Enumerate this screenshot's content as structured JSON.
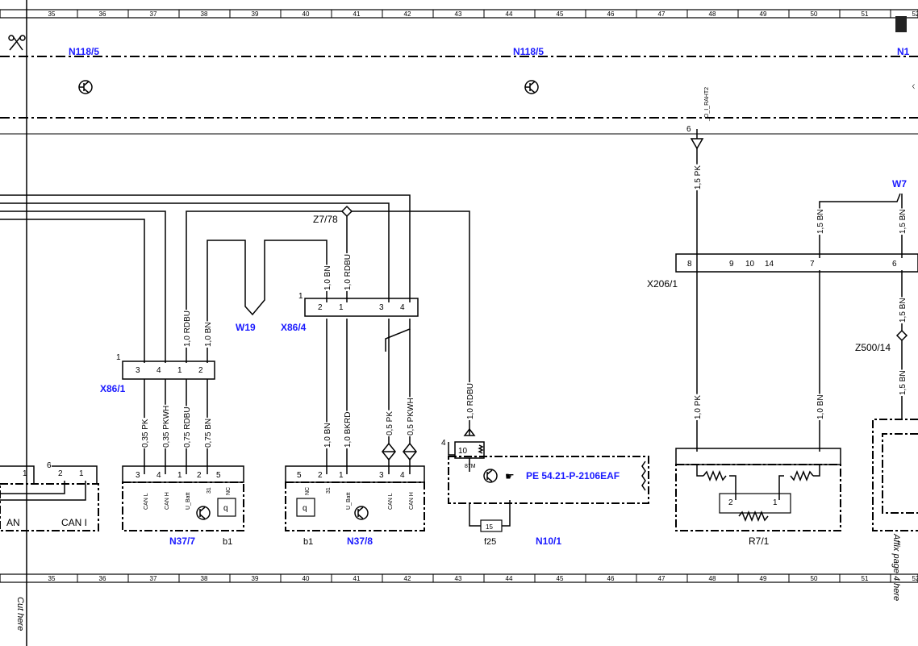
{
  "ruler": {
    "top": [
      "35",
      "36",
      "37",
      "38",
      "39",
      "40",
      "41",
      "42",
      "43",
      "44",
      "45",
      "46",
      "47",
      "48",
      "49",
      "50",
      "51",
      "52"
    ],
    "bottom": [
      "35",
      "36",
      "37",
      "38",
      "39",
      "40",
      "41",
      "42",
      "43",
      "44",
      "45",
      "46",
      "47",
      "48",
      "49",
      "50",
      "51",
      "52"
    ]
  },
  "margin": {
    "cut_here": "Cut here",
    "affix": "Affix page 4 here"
  },
  "header": {
    "n118_left": "N118/5",
    "n118_mid": "N118/5",
    "n118_right": "N1",
    "pin_label": "_O_I_RAHT2",
    "pin6": "6"
  },
  "connectors": {
    "x86_1": "X86/1",
    "x86_4": "X86/4",
    "w19": "W19",
    "z7_78": "Z7/78",
    "x206_1": "X206/1",
    "w7": "W7",
    "z500_14": "Z500/14",
    "x206_pins": [
      "8",
      "9",
      "10",
      "14",
      "7",
      "6"
    ],
    "x86_1_pins": [
      "3",
      "4",
      "1",
      "2"
    ],
    "x86_1_flag": "1",
    "x86_4_pins": [
      "2",
      "1",
      "3",
      "4"
    ],
    "x86_4_flag": "1"
  },
  "wires": {
    "pk035": "0,35 PK",
    "pkwh035": "0,35 PKWH",
    "rdbu075": "0,75 RDBU",
    "bn075": "0,75 BN",
    "rdbu10a": "1,0 RDBU",
    "bn10a": "1,0 BN",
    "bn10b": "1,0 BN",
    "rdbu10b": "1,0 RDBU",
    "bn10c": "1,0 BN",
    "bkrd10": "1,0 BKRD",
    "pk05": "0,5 PK",
    "pkwh05": "0,5 PKWH",
    "rdbu10c": "1,0 RDBU",
    "pk15": "1,5 PK",
    "pk10": "1,0 PK",
    "bn10d": "1,0 BN",
    "bn15a": "1,5 BN",
    "bn15b": "1,5 BN",
    "bn15c": "1,5 BN",
    "bn15d": "1,5 BN"
  },
  "components": {
    "n37_7": "N37/7",
    "n37_8": "N37/8",
    "n10_1": "N10/1",
    "r7_1": "R7/1",
    "b1a": "b1",
    "b1b": "b1",
    "f25": "f25",
    "fuse15": "15",
    "reference": "PE 54.21-P-2106EAF",
    "can_l": "CAN L",
    "can_h": "CAN H",
    "u_batt": "U_Batt",
    "p31": "31",
    "nc": "NC",
    "q": "q",
    "can_i": "CAN I",
    "an": "AN",
    "relay_pin": "87M",
    "relay_10": "10",
    "relay_4": "4",
    "left_pins": [
      "1",
      "2",
      "1",
      "6"
    ],
    "n37_7_pins": [
      "3",
      "4",
      "1",
      "2",
      "5"
    ],
    "n37_8_pins": [
      "5",
      "2",
      "1",
      "3",
      "4"
    ],
    "r7_pins": [
      "2",
      "1"
    ]
  }
}
